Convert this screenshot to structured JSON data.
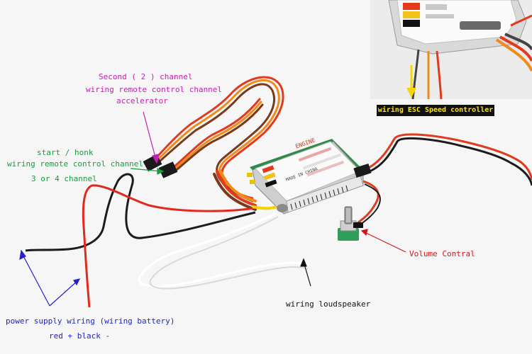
{
  "labels": {
    "second_channel": [
      "Second ( 2 ) channel",
      "wiring remote control channel",
      "accelerator"
    ],
    "start_honk": [
      "start / honk",
      "wiring remote control channel",
      "3 or 4 channel"
    ],
    "esc": "wiring ESC Speed controller",
    "volume": "Volume Contral",
    "speaker": "wiring loudspeaker",
    "power": [
      "power supply wiring  (wiring battery)",
      "red +     black -"
    ]
  },
  "module": {
    "brand": "ENGINE",
    "made_in": "MADE IN CHINA"
  },
  "colors": {
    "magenta": "#c41fb4",
    "green": "#1a9b3e",
    "blue": "#2222cc",
    "red": "#d01818",
    "callout_bg": "#111111",
    "callout_text": "#ffe500",
    "pcb_green": "#2f8a4a",
    "wire_red": "#e13a1e",
    "wire_orange": "#f08a1a",
    "wire_brown": "#7a3a1a"
  }
}
